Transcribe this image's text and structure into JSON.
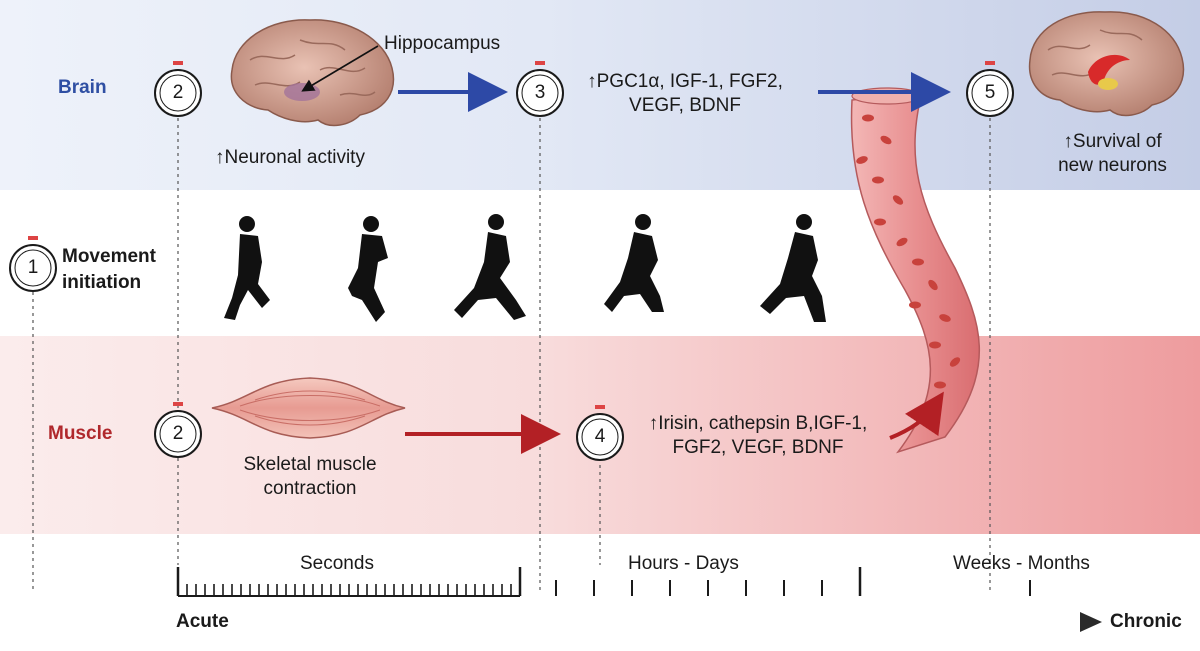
{
  "rows": {
    "brain": "Brain",
    "movement_line1": "Movement",
    "movement_line2": "initiation",
    "muscle": "Muscle"
  },
  "timers": {
    "t1": "1",
    "t2_brain": "2",
    "t2_muscle": "2",
    "t3": "3",
    "t4": "4",
    "t5": "5"
  },
  "brain_labels": {
    "hippocampus": "Hippocampus",
    "neuronal_activity": "Neuronal activity",
    "factors_line1": "PGC1α, IGF-1, FGF2,",
    "factors_line2": "VEGF, BDNF",
    "survival_line1": "Survival of",
    "survival_line2": "new neurons"
  },
  "muscle_labels": {
    "contraction_line1": "Skeletal muscle",
    "contraction_line2": "contraction",
    "factors_line1": "Irisin, cathepsin B,IGF-1,",
    "factors_line2": "FGF2, VEGF, BDNF"
  },
  "up_arrow_symbol": "↑",
  "timescale": {
    "seconds": "Seconds",
    "hours_days": "Hours - Days",
    "weeks_months": "Weeks - Months",
    "acute": "Acute",
    "chronic": "Chronic"
  },
  "colors": {
    "brain_label": "#2f4fa3",
    "muscle_label": "#b0282c",
    "brain_arrow": "#2d49a6",
    "muscle_arrow": "#b32025",
    "vessel": "#e07b7e",
    "cells": "#c8423c"
  }
}
